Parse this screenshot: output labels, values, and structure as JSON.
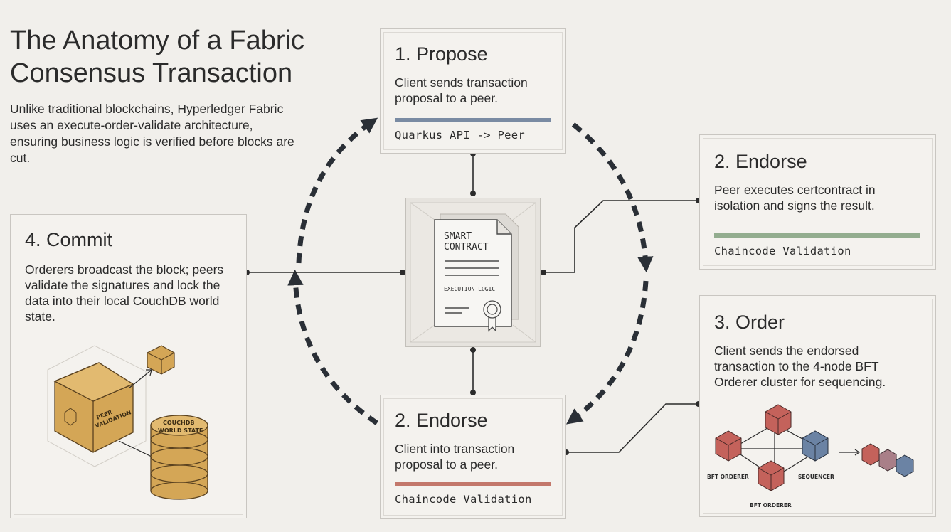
{
  "header": {
    "title": "The Anatomy of a Fabric Consensus Transaction",
    "intro": "Unlike traditional blockchains, Hyperledger Fabric uses an execute-order-validate architecture, ensuring business logic is verified before blocks are cut."
  },
  "steps": {
    "propose": {
      "title": "1. Propose",
      "description": "Client sends transaction proposal to a peer.",
      "code": "Quarkus API -> Peer",
      "accent": "#7a8ba3"
    },
    "endorse_right": {
      "title": "2. Endorse",
      "description": "Peer executes certcontract in isolation and signs the result.",
      "code": "Chaincode Validation",
      "accent": "#93ad8f"
    },
    "order": {
      "title": "3. Order",
      "description": "Client sends the endorsed transaction to the 4-node BFT Orderer cluster for sequencing."
    },
    "endorse_bottom": {
      "title": "2. Endorse",
      "description": "Client into transaction proposal to a peer.",
      "code": "Chaincode Validation",
      "accent": "#c3786b"
    },
    "commit": {
      "title": "4. Commit",
      "description": "Orderers broadcast the block; peers validate the signatures and lock the data into their local CouchDB world state."
    }
  },
  "center_document": {
    "heading_line1": "SMART",
    "heading_line2": "CONTRACT",
    "caption": "EXECUTION LOGIC"
  },
  "commit_illustration": {
    "cube_label_line1": "PEER",
    "cube_label_line2": "VALIDATION",
    "db_label_line1": "COUCHDB",
    "db_label_line2": "WORLD STATE"
  },
  "order_illustration": {
    "left_node_label": "BFT ORDERER",
    "right_node_label": "SEQUENCER",
    "bottom_node_label": "BFT ORDERER"
  },
  "colors": {
    "background": "#f1efeb",
    "cube": "#d4a656",
    "orderer": "#c4625b",
    "sequencer": "#6b83a4",
    "dark_arrow": "#2a2f36"
  }
}
